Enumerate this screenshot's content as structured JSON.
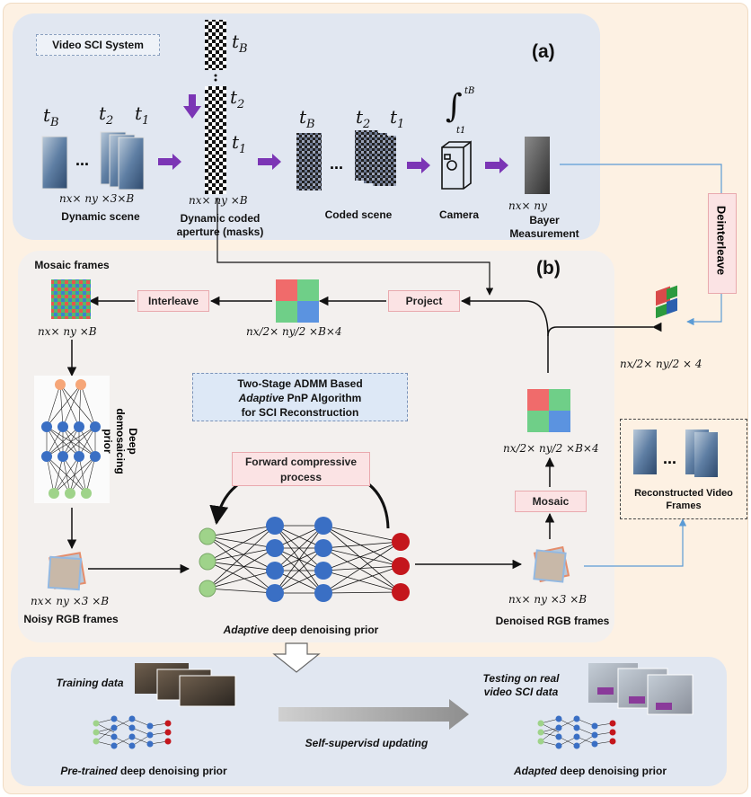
{
  "panel_a": {
    "system_label": "Video SCI System",
    "tag": "(a)",
    "scene_times": [
      "t",
      "B",
      "t",
      "2",
      "t",
      "1"
    ],
    "dots": "...",
    "labels": {
      "dynamic_scene": "Dynamic scene",
      "masks_line1": "Dynamic coded",
      "masks_line2": "aperture (masks)",
      "coded_scene": "Coded scene",
      "camera": "Camera",
      "bayer_line1": "Bayer",
      "bayer_line2": "Measurement"
    },
    "dims": {
      "scene": "nx× ny ×3×B",
      "masks": "nx× ny ×B",
      "bayer": "nx× ny"
    },
    "integral_upper": "tB",
    "integral_lower": "t1"
  },
  "deinterleave": "Deinterleave",
  "panel_b": {
    "tag": "(b)",
    "mosaic_frames": "Mosaic frames",
    "interleave": "Interleave",
    "project": "Project",
    "mosaic": "Mosaic",
    "forward_line1": "Forward compressive",
    "forward_line2": "process",
    "algo_line1": "Two-Stage ADMM Based",
    "algo_line2_italic": "Adaptive",
    "algo_line2_rest": " PnP Algorithm",
    "algo_line3": "for SCI Reconstruction",
    "demosaic_prior": "Deep demosaicing prior",
    "noisy": "Noisy RGB frames",
    "denoised": "Denoised RGB frames",
    "adaptive_italic": "Adaptive",
    "adaptive_rest": " deep denoising prior",
    "recon_line1": "Reconstructed Video",
    "recon_line2": "Frames",
    "dims": {
      "mosaic_frames": "nx× ny ×B",
      "interleave_out": "nx/2× ny/2 ×B×4",
      "deinterleave_out": "nx/2× ny/2 × 4",
      "denoised_quad": "nx/2× ny/2 ×B×4",
      "noisy": "nx× ny ×3 ×B",
      "denoised": "nx× ny ×3 ×B"
    }
  },
  "bottom": {
    "training": "Training data",
    "testing_line1": "Testing on real",
    "testing_line2": "video SCI data",
    "self_sup": "Self-supervisd updating",
    "pretrained_italic": "Pre-trained",
    "pretrained_rest": " deep denoising prior",
    "adapted_italic": "Adapted",
    "adapted_rest": " deep denoising prior"
  },
  "colors": {
    "outer_bg": "#fdf1e3",
    "panel_bg": "#e0e6f0",
    "purple_arrow": "#7b35b5",
    "blue_line": "#5b9bd5",
    "pink_box": "#fbe3e4",
    "node_green": "#9fd38a",
    "node_blue": "#3a6fc4",
    "node_red": "#c4161c",
    "node_orange": "#f6a678"
  }
}
